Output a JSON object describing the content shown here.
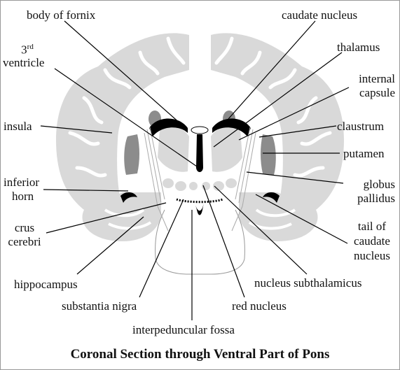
{
  "title": "Coronal Section through Ventral Part of Pons",
  "labels": {
    "body_of_fornix": "body of fornix",
    "caudate_nucleus": "caudate nucleus",
    "third_ventricle_num": "3",
    "third_ventricle_sup": "rd",
    "third_ventricle_word": "ventricle",
    "thalamus": "thalamus",
    "internal_capsule_1": "internal",
    "internal_capsule_2": "capsule",
    "insula": "insula",
    "claustrum": "claustrum",
    "putamen": "putamen",
    "inferior_horn_1": "inferior",
    "inferior_horn_2": "horn",
    "globus_pallidus_1": "globus",
    "globus_pallidus_2": "pallidus",
    "crus_cerebri_1": "crus",
    "crus_cerebri_2": "cerebri",
    "tail_caudate_1": "tail of",
    "tail_caudate_2": "caudate",
    "tail_caudate_3": "nucleus",
    "hippocampus": "hippocampus",
    "nucleus_subthalamicus": "nucleus subthalamicus",
    "substantia_nigra": "substantia nigra",
    "red_nucleus": "red nucleus",
    "interpeduncular_fossa": "interpeduncular fossa"
  },
  "colors": {
    "cortex": "#d9d9d9",
    "white_matter": "#ffffff",
    "dark_gray": "#8c8c8c",
    "black": "#000000"
  }
}
